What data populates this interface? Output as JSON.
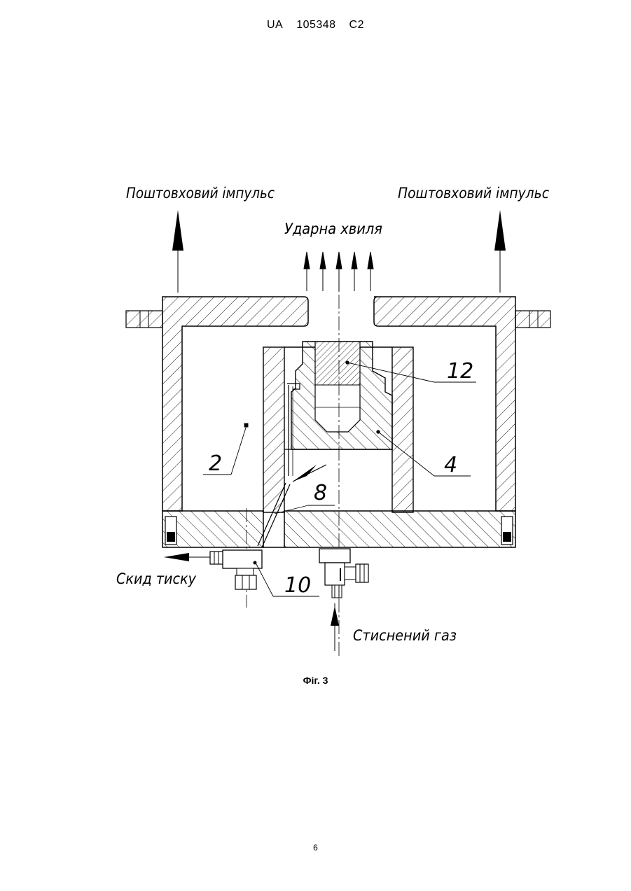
{
  "header": {
    "country": "UA",
    "number": "105348",
    "kind": "C2"
  },
  "labels": {
    "pulse_left": "Поштовховий імпульс",
    "pulse_right": "Поштовховий імпульс",
    "shock_wave": "Ударна хвиля",
    "pressure_release": "Скид тиску",
    "compressed_gas": "Стиснений газ"
  },
  "callouts": {
    "c2": "2",
    "c4": "4",
    "c8": "8",
    "c10": "10",
    "c12": "12"
  },
  "caption": "Фіг. 3",
  "page_number": "6"
}
